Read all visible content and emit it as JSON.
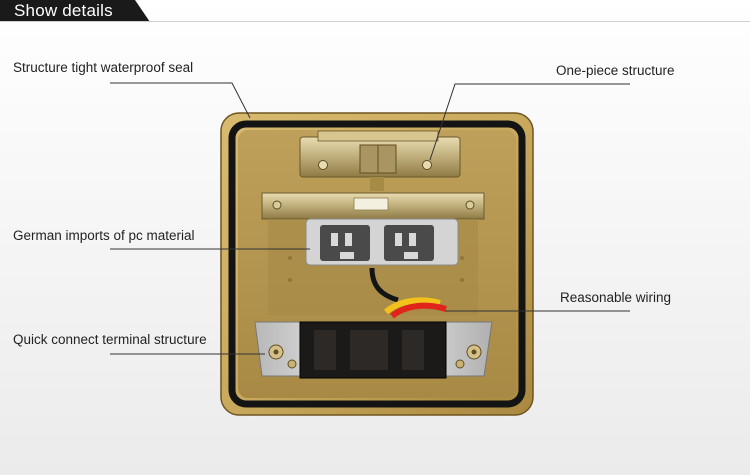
{
  "header": {
    "title": "Show details"
  },
  "callouts": {
    "waterproof_seal": "Structure tight waterproof seal",
    "one_piece": "One-piece structure",
    "pc_material": "German imports of pc material",
    "wiring": "Reasonable wiring",
    "terminal": "Quick connect terminal structure"
  },
  "colors": {
    "header_bg": "#1a1a1a",
    "panel_gold": "#c9a95c",
    "panel_dark_gold": "#8a6d2e",
    "seal_black": "#141414",
    "socket_gray": "#4a4a4a",
    "terminal_black": "#1c1a18",
    "wire_red": "#e0241b",
    "wire_yellow": "#f2c21a",
    "leader_line": "#333333"
  }
}
